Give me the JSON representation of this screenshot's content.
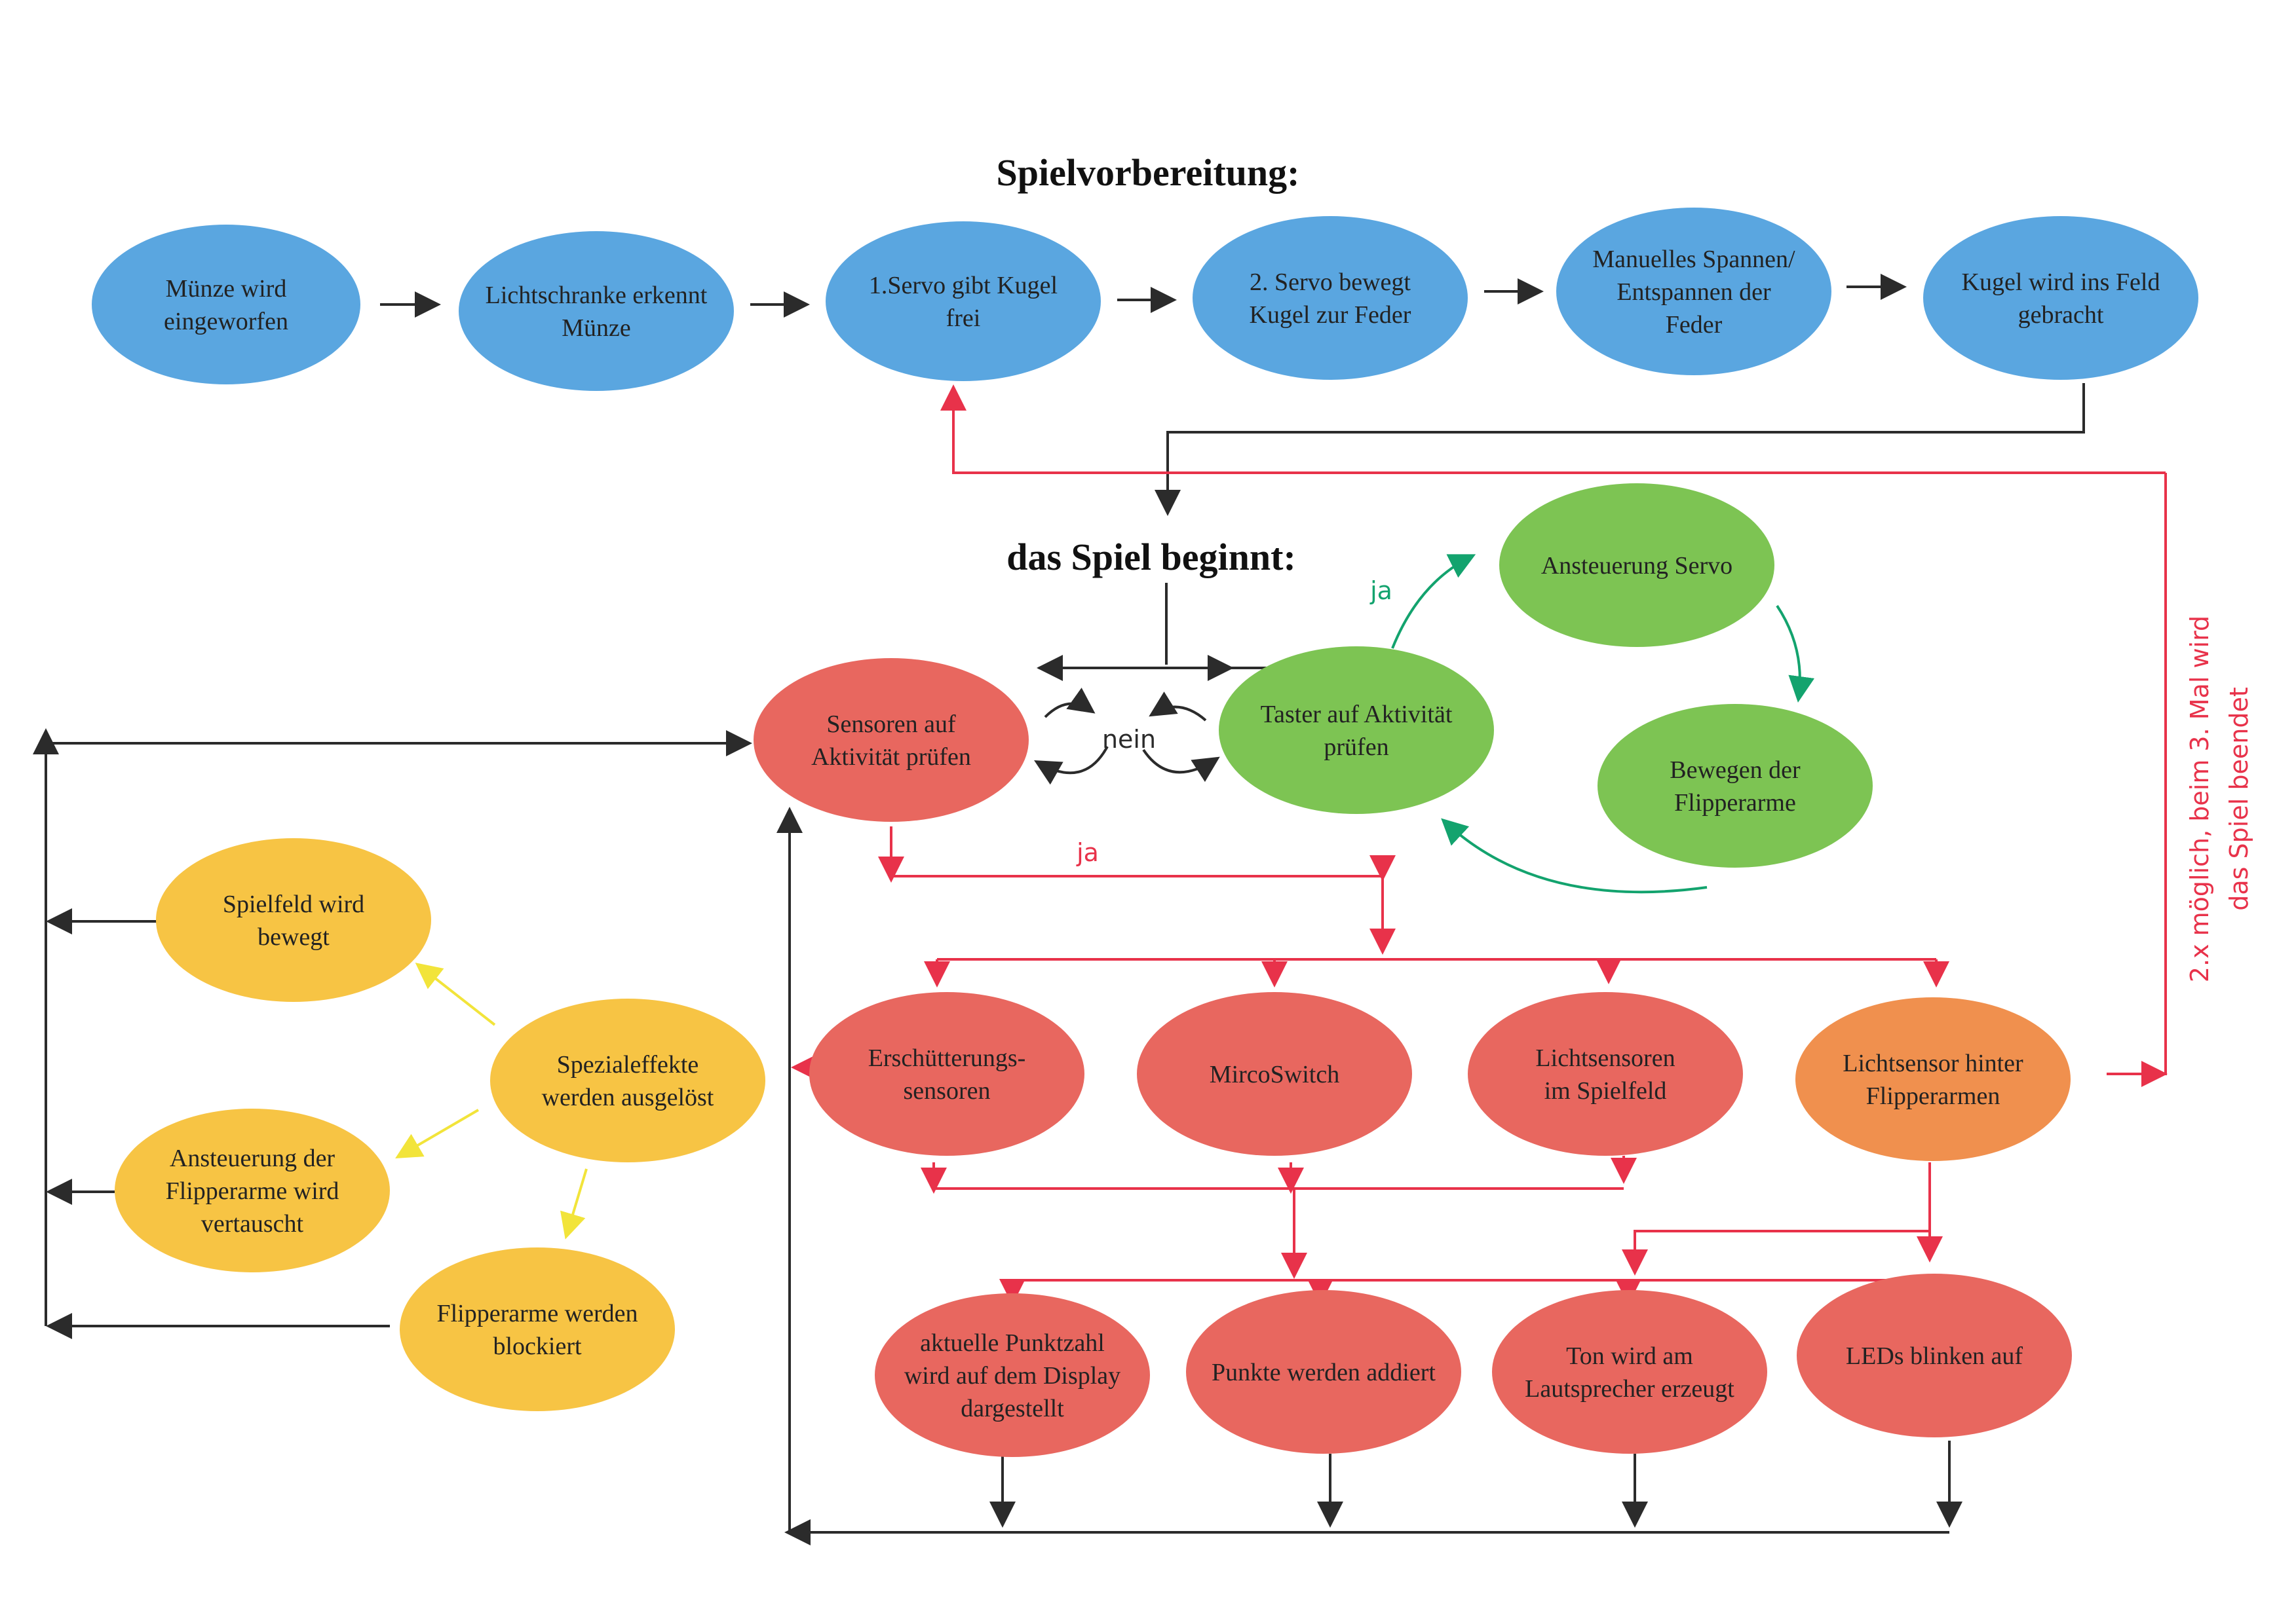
{
  "headings": {
    "prep": "Spielvorbereitung:",
    "game": "das Spiel beginnt:"
  },
  "colors": {
    "blue": "#5aa6e0",
    "green": "#7dc453",
    "red": "#e8675f",
    "orange": "#f0904e",
    "yellow": "#f7c444",
    "arrow_black": "#2b2b2b",
    "arrow_red": "#e8324a",
    "arrow_green": "#13a36e",
    "arrow_yellow": "#f2e43a",
    "note_red": "#e8324a"
  },
  "prep": {
    "coin": [
      "Münze wird",
      "eingeworfen"
    ],
    "light_barrier": [
      "Lichtschranke erkennt",
      "Münze"
    ],
    "servo1": [
      "1.Servo gibt Kugel",
      "frei"
    ],
    "servo2": [
      "2. Servo bewegt",
      "Kugel zur Feder"
    ],
    "spring": [
      "Manuelles Spannen/",
      "Entspannen der",
      "Feder"
    ],
    "ball_field": [
      "Kugel wird ins Feld",
      "gebracht"
    ]
  },
  "loop": {
    "sensors_check": [
      "Sensoren auf",
      "Aktivität prüfen"
    ],
    "buttons_check": [
      "Taster auf Aktivität",
      "prüfen"
    ],
    "servo_control": [
      "Ansteuerung Servo"
    ],
    "flippers_move": [
      "Bewegen der",
      "Flipperarme"
    ],
    "label_nein": "nein",
    "label_ja_green": "ja",
    "label_ja_red": "ja"
  },
  "sensors": {
    "vibration": [
      "Erschütterungs-",
      "sensoren"
    ],
    "microswitch": [
      "MircoSwitch"
    ],
    "light_field": [
      "Lichtsensoren",
      "im Spielfeld"
    ],
    "light_flipper": [
      "Lichtsensor hinter",
      "Flipperarmen"
    ]
  },
  "outputs": {
    "display": [
      "aktuelle Punktzahl",
      "wird auf dem Display",
      "dargestellt"
    ],
    "points": [
      "Punkte werden addiert"
    ],
    "sound": [
      "Ton wird am",
      "Lautsprecher erzeugt"
    ],
    "leds": [
      "LEDs blinken auf"
    ]
  },
  "effects": {
    "special": [
      "Spezialeffekte",
      "werden ausgelöst"
    ],
    "field_moves": [
      "Spielfeld wird",
      "bewegt"
    ],
    "flippers_swapped": [
      "Ansteuerung der",
      "Flipperarme wird",
      "vertauscht"
    ],
    "flippers_blocked": [
      "Flipperarme werden",
      "blockiert"
    ]
  },
  "side_note": [
    "2.x möglich, beim 3. Mal wird",
    "das Spiel beendet"
  ]
}
